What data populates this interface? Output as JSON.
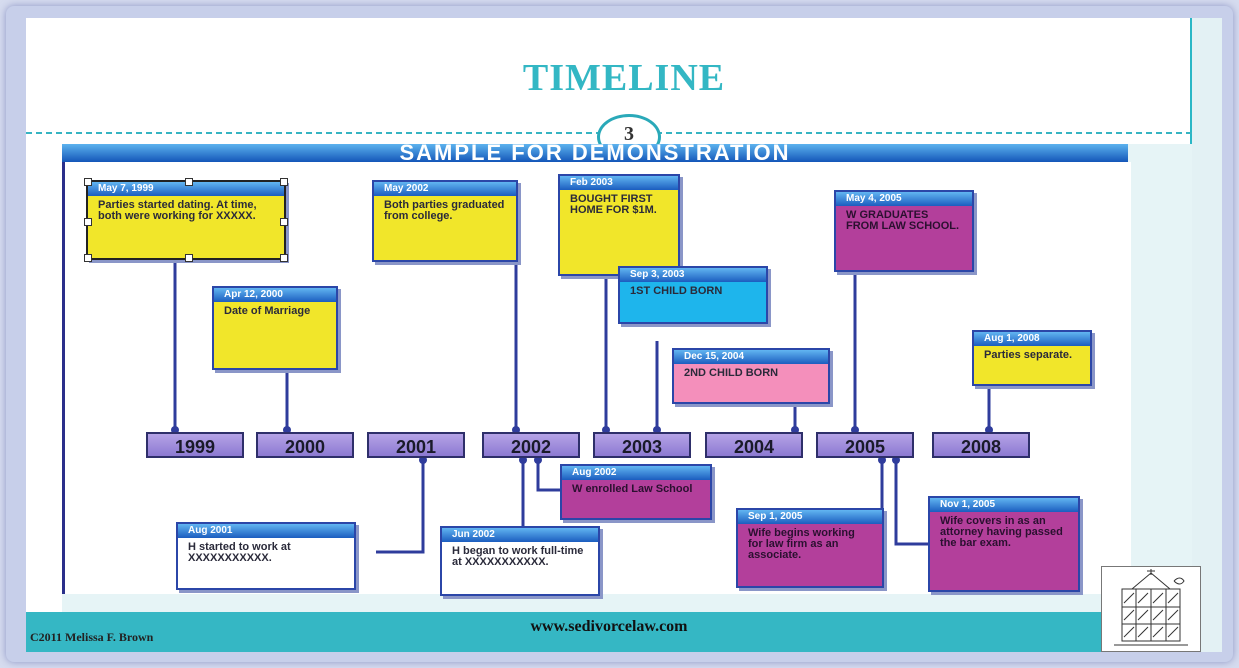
{
  "slide": {
    "title": "TIMELINE",
    "page_number": "3",
    "banner": "SAMPLE FOR DEMONSTRATION",
    "copyright": "C2011 Melissa F. Brown",
    "url": "www.sedivorcelaw.com"
  },
  "years": [
    "1999",
    "2000",
    "2001",
    "2002",
    "2003",
    "2004",
    "2005",
    "2008"
  ],
  "events": [
    {
      "date": "May 7, 1999",
      "text": "Parties started dating. At time, both were working for XXXXX."
    },
    {
      "date": "Apr 12, 2000",
      "text": "Date of Marriage"
    },
    {
      "date": "May 2002",
      "text": "Both parties graduated from college."
    },
    {
      "date": "Feb 2003",
      "text": "BOUGHT FIRST HOME FOR $1M."
    },
    {
      "date": "Sep 3, 2003",
      "text": "1ST CHILD BORN"
    },
    {
      "date": "Dec 15, 2004",
      "text": "2ND CHILD BORN"
    },
    {
      "date": "May 4, 2005",
      "text": "W GRADUATES FROM LAW SCHOOL."
    },
    {
      "date": "Aug 1, 2008",
      "text": "Parties separate."
    },
    {
      "date": "Aug 2002",
      "text": "W enrolled Law School"
    },
    {
      "date": "Aug 2001",
      "text": "H started to work at XXXXXXXXXXX."
    },
    {
      "date": "Jun 2002",
      "text": "H began to work full-time at XXXXXXXXXXX."
    },
    {
      "date": "Sep 1, 2005",
      "text": "Wife begins working for law firm as an associate."
    },
    {
      "date": "Nov 1, 2005",
      "text": "Wife covers in as an attorney having passed the bar exam."
    }
  ]
}
